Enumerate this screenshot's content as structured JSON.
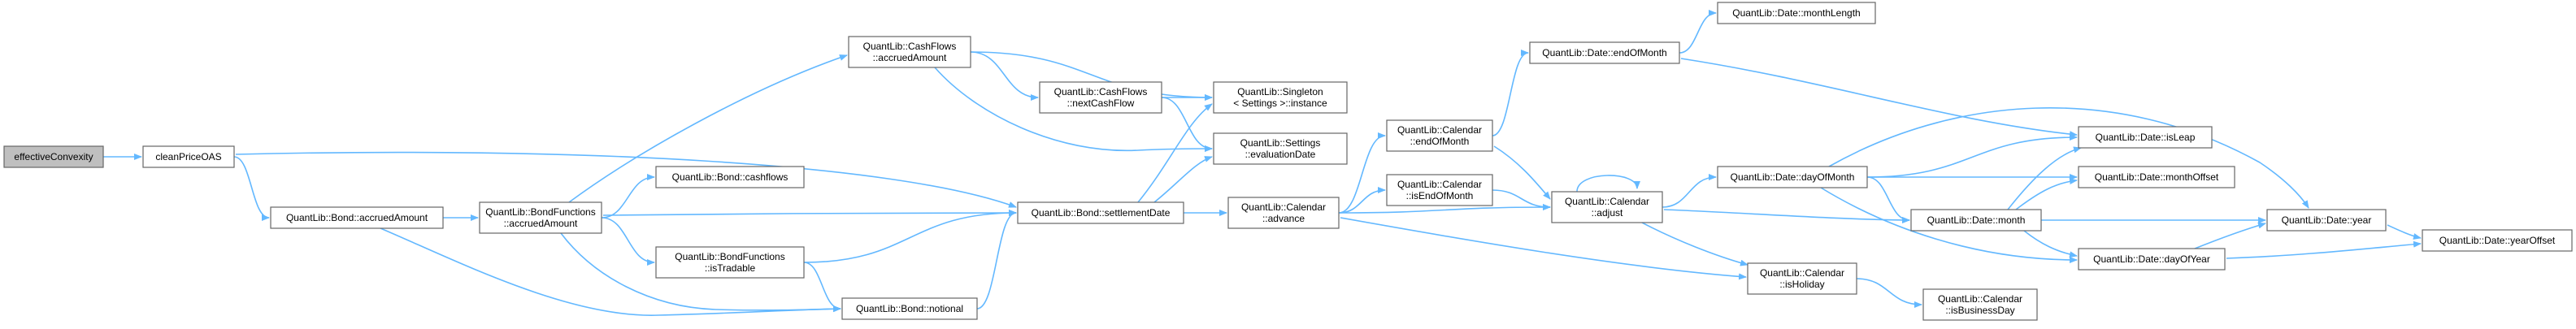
{
  "graph": {
    "colors": {
      "edge": "#63b8ff",
      "node_fill": "#ffffff",
      "node_border": "#666666",
      "root_fill": "#bfbfbf"
    },
    "nodes": [
      {
        "id": "effectiveConvexity",
        "lines": [
          "effectiveConvexity"
        ],
        "root": true
      },
      {
        "id": "cleanPriceOAS",
        "lines": [
          "cleanPriceOAS"
        ]
      },
      {
        "id": "bondAccruedAmount",
        "lines": [
          "QuantLib::Bond::accruedAmount"
        ]
      },
      {
        "id": "bfAccruedAmount",
        "lines": [
          "QuantLib::BondFunctions",
          "::accruedAmount"
        ]
      },
      {
        "id": "cfAccruedAmount",
        "lines": [
          "QuantLib::CashFlows",
          "::accruedAmount"
        ]
      },
      {
        "id": "bondCashflows",
        "lines": [
          "QuantLib::Bond::cashflows"
        ]
      },
      {
        "id": "bfIsTradable",
        "lines": [
          "QuantLib::BondFunctions",
          "::isTradable"
        ]
      },
      {
        "id": "bondNotional",
        "lines": [
          "QuantLib::Bond::notional"
        ]
      },
      {
        "id": "cfNextCashFlow",
        "lines": [
          "QuantLib::CashFlows",
          "::nextCashFlow"
        ]
      },
      {
        "id": "bondSettlementDate",
        "lines": [
          "QuantLib::Bond::settlementDate"
        ]
      },
      {
        "id": "singletonInstance",
        "lines": [
          "QuantLib::Singleton",
          "< Settings >::instance"
        ]
      },
      {
        "id": "settingsEvaluationDate",
        "lines": [
          "QuantLib::Settings",
          "::evaluationDate"
        ]
      },
      {
        "id": "calendarAdvance",
        "lines": [
          "QuantLib::Calendar",
          "::advance"
        ]
      },
      {
        "id": "calendarEndOfMonth",
        "lines": [
          "QuantLib::Calendar",
          "::endOfMonth"
        ]
      },
      {
        "id": "calendarIsEndOfMonth",
        "lines": [
          "QuantLib::Calendar",
          "::isEndOfMonth"
        ]
      },
      {
        "id": "dateEndOfMonth",
        "lines": [
          "QuantLib::Date::endOfMonth"
        ]
      },
      {
        "id": "dateMonthLength",
        "lines": [
          "QuantLib::Date::monthLength"
        ]
      },
      {
        "id": "calendarAdjust",
        "lines": [
          "QuantLib::Calendar",
          "::adjust"
        ]
      },
      {
        "id": "calendarIsHoliday",
        "lines": [
          "QuantLib::Calendar",
          "::isHoliday"
        ]
      },
      {
        "id": "calendarIsBusinessDay",
        "lines": [
          "QuantLib::Calendar",
          "::isBusinessDay"
        ]
      },
      {
        "id": "dateDayOfMonth",
        "lines": [
          "QuantLib::Date::dayOfMonth"
        ]
      },
      {
        "id": "dateMonth",
        "lines": [
          "QuantLib::Date::month"
        ]
      },
      {
        "id": "dateIsLeap",
        "lines": [
          "QuantLib::Date::isLeap"
        ]
      },
      {
        "id": "dateMonthOffset",
        "lines": [
          "QuantLib::Date::monthOffset"
        ]
      },
      {
        "id": "dateDayOfYear",
        "lines": [
          "QuantLib::Date::dayOfYear"
        ]
      },
      {
        "id": "dateYear",
        "lines": [
          "QuantLib::Date::year"
        ]
      },
      {
        "id": "dateYearOffset",
        "lines": [
          "QuantLib::Date::yearOffset"
        ]
      }
    ],
    "edges": [
      [
        "effectiveConvexity",
        "cleanPriceOAS"
      ],
      [
        "cleanPriceOAS",
        "bondAccruedAmount"
      ],
      [
        "cleanPriceOAS",
        "bondSettlementDate"
      ],
      [
        "bondAccruedAmount",
        "bfAccruedAmount"
      ],
      [
        "bondAccruedAmount",
        "bondNotional"
      ],
      [
        "bfAccruedAmount",
        "cfAccruedAmount"
      ],
      [
        "bfAccruedAmount",
        "bondCashflows"
      ],
      [
        "bfAccruedAmount",
        "bfIsTradable"
      ],
      [
        "bfAccruedAmount",
        "bondNotional"
      ],
      [
        "bfAccruedAmount",
        "bondSettlementDate"
      ],
      [
        "bfIsTradable",
        "bondNotional"
      ],
      [
        "bfIsTradable",
        "bondSettlementDate"
      ],
      [
        "bondNotional",
        "bondSettlementDate"
      ],
      [
        "cfAccruedAmount",
        "cfNextCashFlow"
      ],
      [
        "cfAccruedAmount",
        "singletonInstance"
      ],
      [
        "cfAccruedAmount",
        "settingsEvaluationDate"
      ],
      [
        "cfNextCashFlow",
        "singletonInstance"
      ],
      [
        "cfNextCashFlow",
        "settingsEvaluationDate"
      ],
      [
        "bondSettlementDate",
        "singletonInstance"
      ],
      [
        "bondSettlementDate",
        "settingsEvaluationDate"
      ],
      [
        "bondSettlementDate",
        "calendarAdvance"
      ],
      [
        "calendarAdvance",
        "calendarEndOfMonth"
      ],
      [
        "calendarAdvance",
        "calendarIsEndOfMonth"
      ],
      [
        "calendarAdvance",
        "calendarAdjust"
      ],
      [
        "calendarAdvance",
        "calendarIsHoliday"
      ],
      [
        "calendarEndOfMonth",
        "dateEndOfMonth"
      ],
      [
        "calendarEndOfMonth",
        "calendarAdjust"
      ],
      [
        "calendarIsEndOfMonth",
        "calendarAdjust"
      ],
      [
        "dateEndOfMonth",
        "dateMonthLength"
      ],
      [
        "dateEndOfMonth",
        "dateIsLeap"
      ],
      [
        "calendarAdjust",
        "calendarAdjust"
      ],
      [
        "calendarAdjust",
        "dateDayOfMonth"
      ],
      [
        "calendarAdjust",
        "dateMonth"
      ],
      [
        "calendarAdjust",
        "calendarIsHoliday"
      ],
      [
        "calendarIsHoliday",
        "calendarIsBusinessDay"
      ],
      [
        "dateDayOfMonth",
        "dateYear"
      ],
      [
        "dateDayOfMonth",
        "dateIsLeap"
      ],
      [
        "dateDayOfMonth",
        "dateMonthOffset"
      ],
      [
        "dateDayOfMonth",
        "dateMonth"
      ],
      [
        "dateDayOfMonth",
        "dateDayOfYear"
      ],
      [
        "dateMonth",
        "dateIsLeap"
      ],
      [
        "dateMonth",
        "dateMonthOffset"
      ],
      [
        "dateMonth",
        "dateYear"
      ],
      [
        "dateMonth",
        "dateDayOfYear"
      ],
      [
        "dateDayOfYear",
        "dateYear"
      ],
      [
        "dateDayOfYear",
        "dateYearOffset"
      ],
      [
        "dateYear",
        "dateYearOffset"
      ]
    ]
  }
}
